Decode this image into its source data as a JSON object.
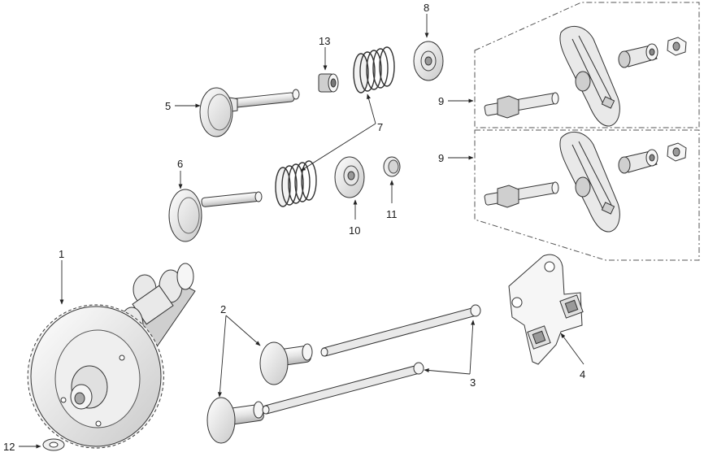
{
  "colors": {
    "line": "#333333",
    "metal_light": "#f2f2f2",
    "metal_mid": "#d8d8d8",
    "metal_dark": "#9a9a9a",
    "label": "#1a1a1a"
  },
  "callouts": {
    "c1": "1",
    "c2": "2",
    "c3": "3",
    "c4": "4",
    "c5": "5",
    "c6": "6",
    "c7": "7",
    "c8": "8",
    "c9a": "9",
    "c9b": "9",
    "c10": "10",
    "c11": "11",
    "c12": "12",
    "c13": "13"
  }
}
